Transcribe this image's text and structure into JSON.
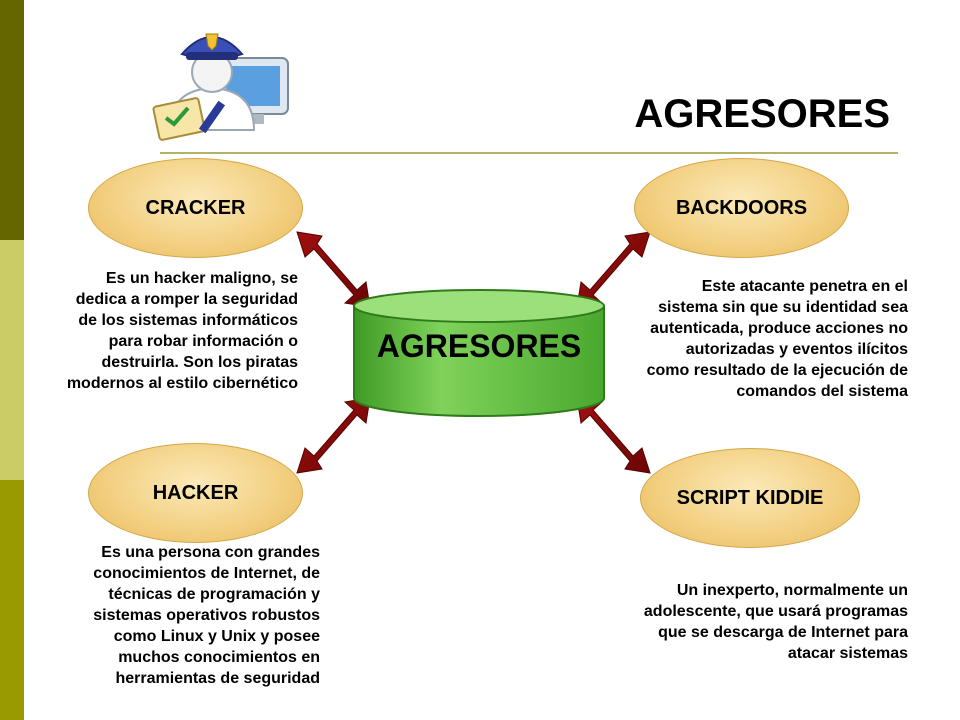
{
  "title": "AGRESORES",
  "center": {
    "label": "AGRESORES"
  },
  "nodes": {
    "cracker": {
      "label": "CRACKER",
      "description": "Es un hacker maligno, se dedica a romper la seguridad de los sistemas informáticos para robar información o destruirla. Son los piratas modernos al estilo cibernético"
    },
    "backdoors": {
      "label": "BACKDOORS",
      "description": "Este atacante penetra en el sistema sin que su identidad sea autenticada, produce acciones no autorizadas y eventos ilícitos como resultado de la ejecución de comandos del sistema"
    },
    "hacker": {
      "label": "HACKER",
      "description": "Es una persona con grandes conocimientos de Internet, de técnicas de programación y sistemas operativos robustos como Linux y Unix y posee muchos conocimientos en herramientas de seguridad"
    },
    "script_kiddie": {
      "label": "SCRIPT KIDDIE",
      "description": "Un inexperto, normalmente un adolescente, que usará programas que se descarga de Internet para atacar sistemas"
    }
  },
  "colors": {
    "oval_fill": "#f3d184",
    "center_fill": "#5fbf3a",
    "arrow_fill": "#8b0a0a",
    "sidebar_dark": "#666600",
    "sidebar_light": "#cccc66",
    "sidebar_mid": "#999900"
  },
  "icons": [
    "security-guard-clipart-icon"
  ]
}
